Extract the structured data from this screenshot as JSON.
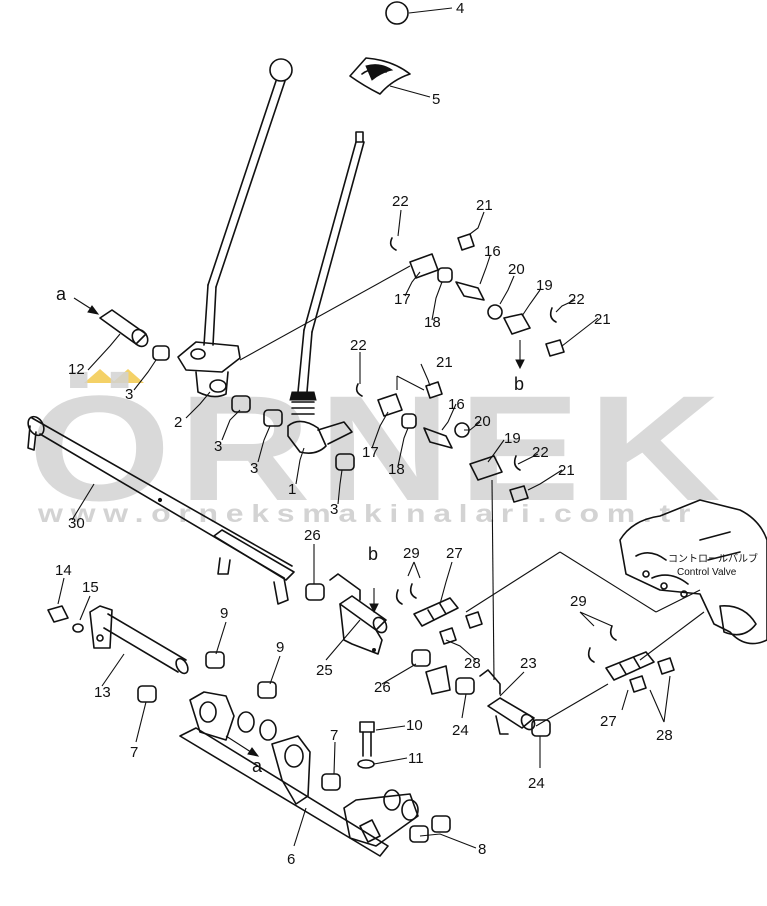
{
  "watermark": {
    "main": "ÖRNEK",
    "sub": "www.orneksmakinalari.com.tr",
    "accent_color": "#f2c94c"
  },
  "control_valve": {
    "label_jp": "コントロールバルブ",
    "label_en": "Control Valve"
  },
  "arrow_markers": [
    "a",
    "b"
  ],
  "callouts": [
    {
      "id": "c4",
      "text": "4"
    },
    {
      "id": "c5",
      "text": "5"
    },
    {
      "id": "c22a",
      "text": "22"
    },
    {
      "id": "c21a",
      "text": "21"
    },
    {
      "id": "c16a",
      "text": "16"
    },
    {
      "id": "c20a",
      "text": "20"
    },
    {
      "id": "c19a",
      "text": "19"
    },
    {
      "id": "c22b",
      "text": "22"
    },
    {
      "id": "c21b",
      "text": "21"
    },
    {
      "id": "c17a",
      "text": "17"
    },
    {
      "id": "c18a",
      "text": "18"
    },
    {
      "id": "cb1",
      "text": "b"
    },
    {
      "id": "ca1",
      "text": "a"
    },
    {
      "id": "c12",
      "text": "12"
    },
    {
      "id": "c3a",
      "text": "3"
    },
    {
      "id": "c2",
      "text": "2"
    },
    {
      "id": "c3b",
      "text": "3"
    },
    {
      "id": "c3c",
      "text": "3"
    },
    {
      "id": "c22c",
      "text": "22"
    },
    {
      "id": "c21c",
      "text": "21"
    },
    {
      "id": "c16b",
      "text": "16"
    },
    {
      "id": "c20b",
      "text": "20"
    },
    {
      "id": "c19b",
      "text": "19"
    },
    {
      "id": "c22d",
      "text": "22"
    },
    {
      "id": "c21d",
      "text": "21"
    },
    {
      "id": "c17b",
      "text": "17"
    },
    {
      "id": "c18b",
      "text": "18"
    },
    {
      "id": "c1",
      "text": "1"
    },
    {
      "id": "c3d",
      "text": "3"
    },
    {
      "id": "c30",
      "text": "30"
    },
    {
      "id": "c26a",
      "text": "26"
    },
    {
      "id": "cb2",
      "text": "b"
    },
    {
      "id": "c29a",
      "text": "29"
    },
    {
      "id": "c27a",
      "text": "27"
    },
    {
      "id": "c14",
      "text": "14"
    },
    {
      "id": "c15",
      "text": "15"
    },
    {
      "id": "c9a",
      "text": "9"
    },
    {
      "id": "c9b",
      "text": "9"
    },
    {
      "id": "c13",
      "text": "13"
    },
    {
      "id": "c25",
      "text": "25"
    },
    {
      "id": "c26b",
      "text": "26"
    },
    {
      "id": "c28a",
      "text": "28"
    },
    {
      "id": "c23",
      "text": "23"
    },
    {
      "id": "c29b",
      "text": "29"
    },
    {
      "id": "c7a",
      "text": "7"
    },
    {
      "id": "ca2",
      "text": "a"
    },
    {
      "id": "c10",
      "text": "10"
    },
    {
      "id": "c7b",
      "text": "7"
    },
    {
      "id": "c11",
      "text": "11"
    },
    {
      "id": "c24a",
      "text": "24"
    },
    {
      "id": "c24b",
      "text": "24"
    },
    {
      "id": "c27b",
      "text": "27"
    },
    {
      "id": "c28b",
      "text": "28"
    },
    {
      "id": "c6",
      "text": "6"
    },
    {
      "id": "c8",
      "text": "8"
    }
  ]
}
